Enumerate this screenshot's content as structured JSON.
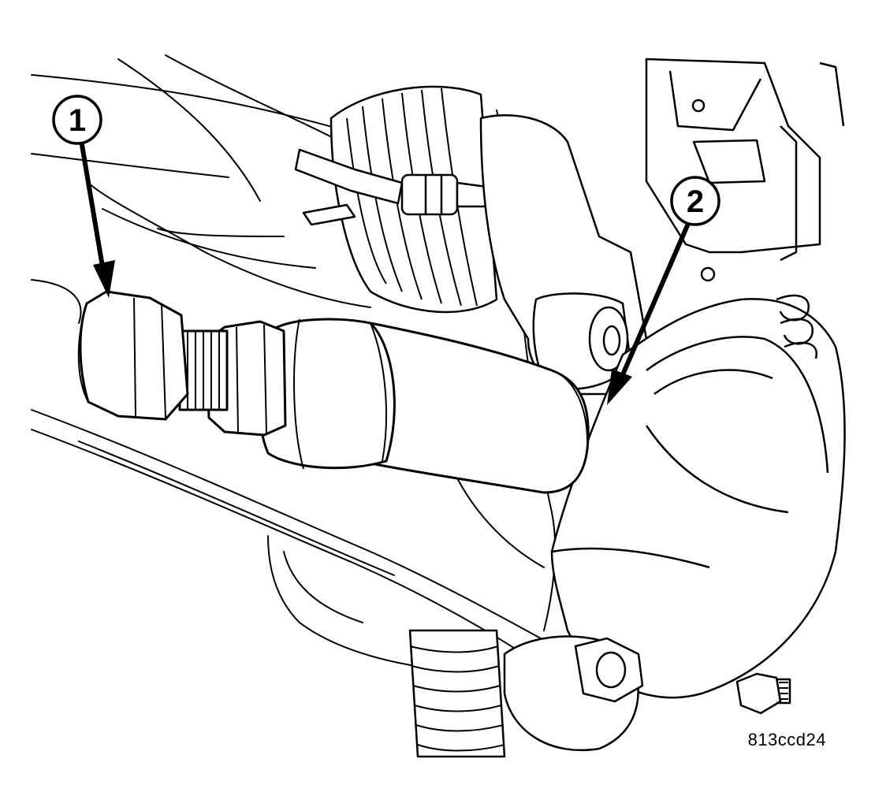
{
  "diagram": {
    "callouts": [
      {
        "label": "1"
      },
      {
        "label": "2"
      }
    ],
    "figure_id": "813ccd24",
    "line_color": "#000000",
    "background_color": "#ffffff"
  }
}
